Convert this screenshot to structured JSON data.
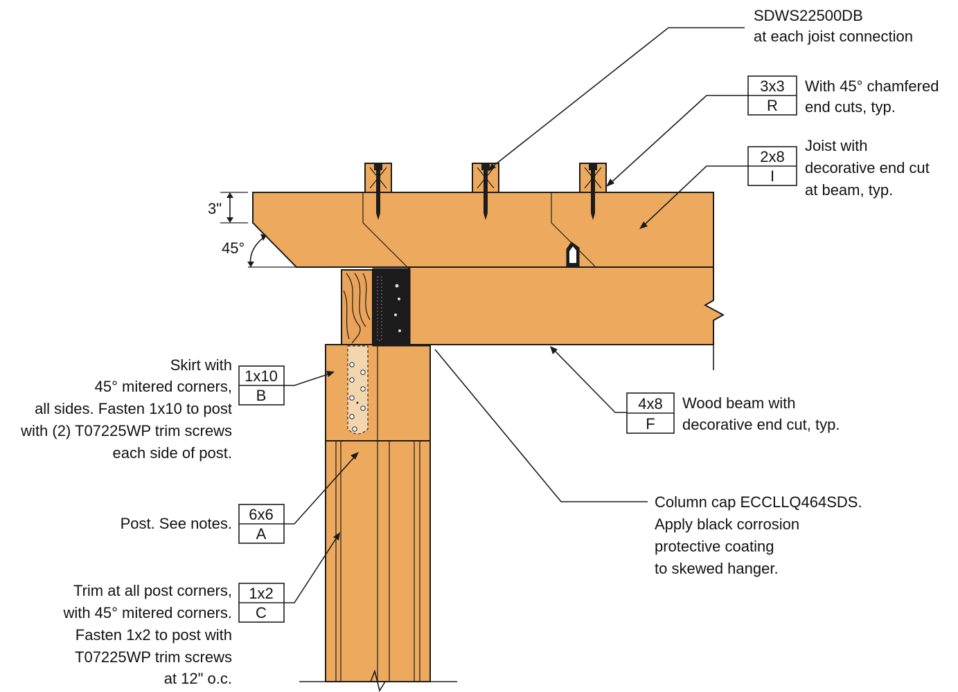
{
  "colors": {
    "wood": "#EDAA5E",
    "wood_end_grain": "#E9A35A",
    "skirt_plate": "#F4D6AE",
    "hardware": "#1c1c1c",
    "line": "#1a1a1a"
  },
  "dimensions": {
    "depth_label": "3\"",
    "angle_label": "45°"
  },
  "callouts": {
    "sdws": {
      "lines": [
        "SDWS22500DB",
        "at each joist connection"
      ]
    },
    "rafter": {
      "size": "3x3",
      "code": "R",
      "lines": [
        "With 45° chamfered",
        "end cuts, typ."
      ]
    },
    "joist": {
      "size": "2x8",
      "code": "I",
      "lines": [
        "Joist with",
        "decorative end cut",
        "at beam, typ."
      ]
    },
    "beam": {
      "size": "4x8",
      "code": "F",
      "lines": [
        "Wood beam with",
        "decorative end cut, typ."
      ]
    },
    "column_cap": {
      "lines": [
        "Column cap ECCLLQ464SDS.",
        "Apply black corrosion",
        "protective coating",
        "to skewed hanger."
      ]
    },
    "skirt": {
      "size": "1x10",
      "code": "B",
      "lines": [
        "Skirt with",
        "45° mitered corners,",
        "all sides. Fasten 1x10 to post",
        "with (2) T07225WP trim screws",
        "each side of post."
      ]
    },
    "post": {
      "size": "6x6",
      "code": "A",
      "lines": [
        "Post. See notes."
      ]
    },
    "trim": {
      "size": "1x2",
      "code": "C",
      "lines": [
        "Trim at all post corners,",
        "with 45° mitered corners.",
        "Fasten 1x2 to post with",
        "T07225WP trim screws",
        "at 12\" o.c."
      ]
    }
  }
}
